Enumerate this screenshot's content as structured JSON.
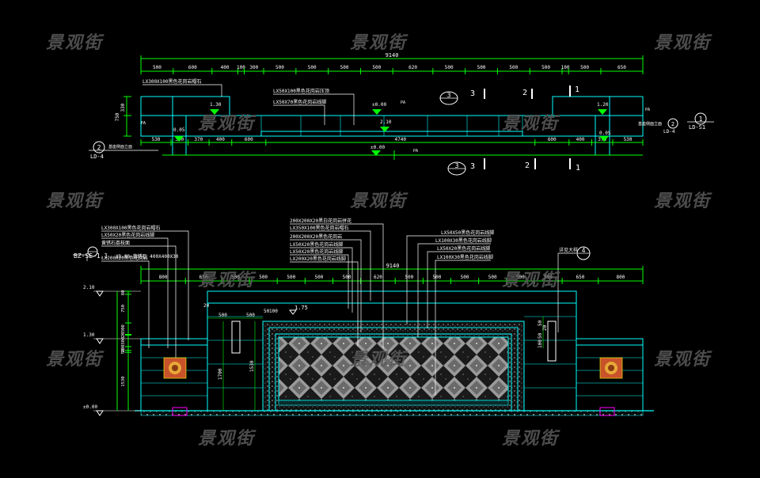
{
  "watermark": "景观街",
  "colors": {
    "background": "#000000",
    "dim_line": "#00ff00",
    "outline": "#00ffff",
    "leader": "#ffffff",
    "label": "#ffffff",
    "marker": "#00ff00",
    "paving": "#ff00ff",
    "accent": "#ffff00",
    "watermark": "#5a5a5a"
  },
  "plan": {
    "overall_dim": "9140",
    "top_dims": [
      "500",
      "600",
      "400",
      "100",
      "300",
      "500",
      "500",
      "500",
      "500",
      "620",
      "500",
      "500",
      "500",
      "500",
      "100",
      "500",
      "650"
    ],
    "bottom_dims": [
      "530",
      "300",
      "370",
      "400",
      "600",
      "4740",
      "600",
      "400",
      "370",
      "530"
    ],
    "side_dims": [
      "330",
      "750"
    ],
    "labels": [
      "LX300X100黑色花岗岩帽石",
      "LX50X100黑色花岗岩压顶",
      "LX50X70黑色花岗岩线脚"
    ],
    "levels": [
      "1.30",
      "±0.00",
      "2.10",
      "1.20",
      "0.05",
      "0.05",
      "±0.00"
    ],
    "pa_labels": [
      "PA",
      "PA",
      "PA",
      "PA"
    ],
    "section_marks": [
      "3",
      "2",
      "1",
      "3",
      "2",
      "1"
    ],
    "callouts": [
      {
        "num": "2",
        "ref": "LD-4",
        "note": "基座侧面立面"
      },
      {
        "num": "1",
        "ref": "LD-S1"
      },
      {
        "num": "2",
        "ref": "LD-4"
      },
      {
        "num": "3",
        "ref": ""
      }
    ]
  },
  "elevation": {
    "overall_dim": "9140",
    "top_dims": [
      "800",
      "650",
      "500",
      "500",
      "500",
      "500",
      "500",
      "620",
      "500",
      "500",
      "500",
      "500",
      "500",
      "500",
      "650",
      "800"
    ],
    "left_labels": [
      "LX300X100黑色花岗岩帽石",
      "LX50X20黑色花岗岩线脚",
      "黄锈石荔枝面",
      "LX200X20黑色花岗岩"
    ],
    "bz_tag": "BZ-SE-1.1",
    "bz_spec": "XB-83 黄锈石 400X400X30",
    "center_labels": [
      "200X200X20黑白花岗岩拼花",
      "LX350X100黑色花岗岩帽石",
      "200X200X20黑色花岗岩",
      "LX50X20黑色花岗岩线脚",
      "LX50X20黑色花岗岩线脚",
      "LX200X20黑色花岗岩线脚"
    ],
    "right_labels": [
      "LX50X50黑色花岗岩线脚",
      "LX100X30黑色花岗岩线脚",
      "LX50X20黑色花岗岩线脚",
      "LX100X30黑色花岗岩线脚"
    ],
    "callout_label": "详见大样",
    "callout_num": "4",
    "left_levels": [
      "2.10",
      "1.30",
      "±0.00"
    ],
    "left_side_dims": [
      "80",
      "750",
      "300",
      "20",
      "300",
      "100",
      "50",
      "1530"
    ],
    "inner_dims": [
      "20",
      "500",
      "500",
      "50",
      "100",
      "1.75",
      "1530",
      "1700"
    ],
    "right_inner_dims": [
      "50",
      "20",
      "50",
      "100"
    ]
  }
}
